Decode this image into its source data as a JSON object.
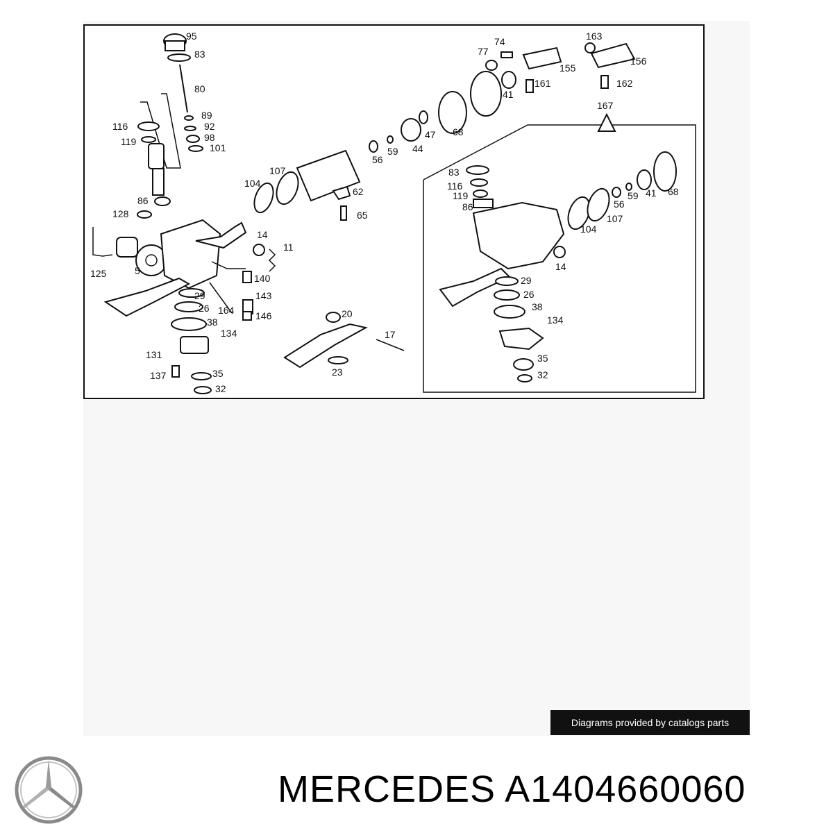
{
  "diagram": {
    "callouts": [
      "95",
      "83",
      "80",
      "89",
      "92",
      "98",
      "101",
      "116",
      "119",
      "86",
      "128",
      "125",
      "5",
      "74",
      "77",
      "155",
      "41",
      "161",
      "163",
      "156",
      "162",
      "167",
      "68",
      "47",
      "44",
      "59",
      "56",
      "107",
      "104",
      "62",
      "65",
      "14",
      "11",
      "140",
      "143",
      "146",
      "164",
      "29",
      "26",
      "38",
      "134",
      "131",
      "137",
      "35",
      "32",
      "20",
      "17",
      "23"
    ],
    "inset_callouts": [
      "83",
      "116",
      "119",
      "86",
      "104",
      "107",
      "56",
      "59",
      "41",
      "68",
      "14",
      "29",
      "26",
      "38",
      "134",
      "35",
      "32"
    ]
  },
  "credit": "Diagrams provided by catalogs parts",
  "brand": "MERCEDES",
  "part_number": "A1404660060",
  "colors": {
    "background": "#ffffff",
    "panel": "#f7f7f7",
    "ink": "#111111",
    "credit_bg": "#111111",
    "credit_text": "#ffffff",
    "logo": "#8a8a8a"
  },
  "icons": {
    "logo": "mercedes-star-icon"
  }
}
